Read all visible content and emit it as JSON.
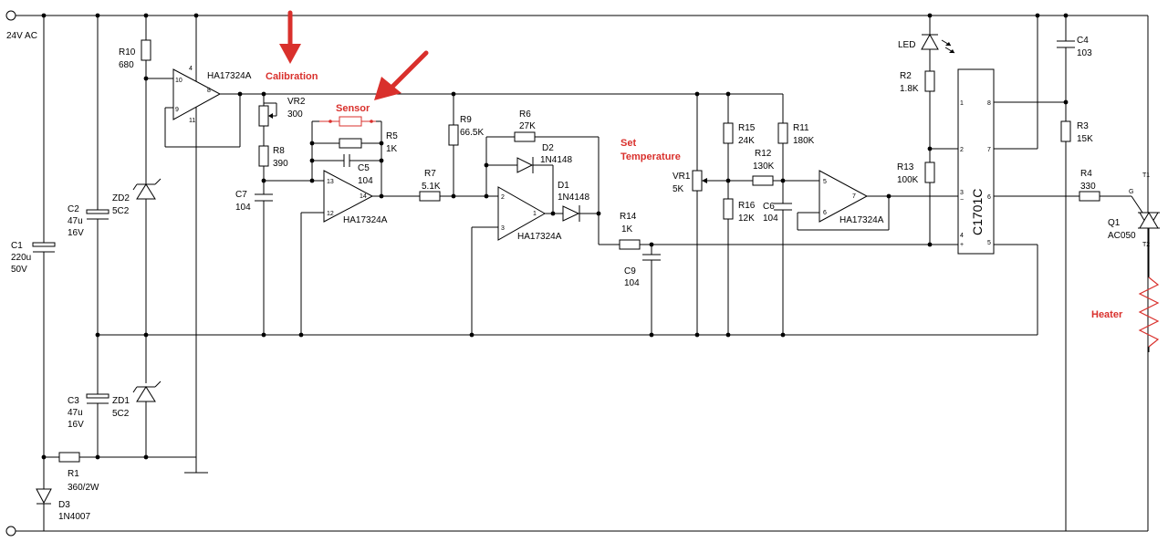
{
  "supply_label": "24V AC",
  "annotations": {
    "calibration": "Calibration",
    "sensor": "Sensor",
    "set_temperature_1": "Set",
    "set_temperature_2": "Temperature",
    "heater": "Heater",
    "color": "#d9302c"
  },
  "components": {
    "c1": {
      "ref": "C1",
      "v1": "220u",
      "v2": "50V"
    },
    "c2": {
      "ref": "C2",
      "v1": "47u",
      "v2": "16V"
    },
    "c3": {
      "ref": "C3",
      "v1": "47u",
      "v2": "16V"
    },
    "zd2": {
      "ref": "ZD2",
      "value": "5C2"
    },
    "zd1": {
      "ref": "ZD1",
      "value": "5C2"
    },
    "r10": {
      "ref": "R10",
      "value": "680"
    },
    "r1": {
      "ref": "R1",
      "value": "360/2W"
    },
    "d3": {
      "ref": "D3",
      "value": "1N4007"
    },
    "vr2": {
      "ref": "VR2",
      "value": "300"
    },
    "r8": {
      "ref": "R8",
      "value": "390"
    },
    "c7": {
      "ref": "C7",
      "value": "104"
    },
    "r5": {
      "ref": "R5",
      "value": "1K"
    },
    "c5": {
      "ref": "C5",
      "value": "104"
    },
    "r7": {
      "ref": "R7",
      "value": "5.1K"
    },
    "r9": {
      "ref": "R9",
      "value": "66.5K"
    },
    "r6": {
      "ref": "R6",
      "value": "27K"
    },
    "d2": {
      "ref": "D2",
      "value": "1N4148"
    },
    "d1": {
      "ref": "D1",
      "value": "1N4148"
    },
    "r14": {
      "ref": "R14",
      "value": "1K"
    },
    "c9": {
      "ref": "C9",
      "value": "104"
    },
    "vr1": {
      "ref": "VR1",
      "value": "5K"
    },
    "r15": {
      "ref": "R15",
      "value": "24K"
    },
    "r16": {
      "ref": "R16",
      "value": "12K"
    },
    "r12": {
      "ref": "R12",
      "value": "130K"
    },
    "r11": {
      "ref": "R11",
      "value": "180K"
    },
    "c6": {
      "ref": "C6",
      "value": "104"
    },
    "led": {
      "ref": "LED"
    },
    "r2": {
      "ref": "R2",
      "value": "1.8K"
    },
    "r13": {
      "ref": "R13",
      "value": "100K"
    },
    "c4": {
      "ref": "C4",
      "value": "103"
    },
    "r3": {
      "ref": "R3",
      "value": "15K"
    },
    "r4": {
      "ref": "R4",
      "value": "330"
    },
    "q1": {
      "ref": "Q1",
      "value": "AC050",
      "t1": "T1",
      "t2": "T2",
      "g": "G"
    },
    "ic": {
      "label": "C1701C"
    }
  },
  "opamps": {
    "u_a": {
      "part": "HA17324A",
      "p_plus": "10",
      "p_minus": "9",
      "p_out": "8",
      "p_vcc": "4",
      "p_gnd": "11"
    },
    "u_b": {
      "part": "HA17324A",
      "p_minus": "13",
      "p_plus": "12",
      "p_out": "14"
    },
    "u_c": {
      "part": "HA17324A",
      "p_minus": "2",
      "p_plus": "3",
      "p_out": "1"
    },
    "u_d": {
      "part": "HA17324A",
      "p_plus": "5",
      "p_minus": "6",
      "p_out": "7"
    }
  },
  "ic_pins": {
    "p1": "1",
    "p2": "2",
    "p3": "3",
    "p4": "4",
    "p5": "5",
    "p6": "6",
    "p7": "7",
    "p8": "8",
    "minus": "−",
    "plus": "+"
  }
}
